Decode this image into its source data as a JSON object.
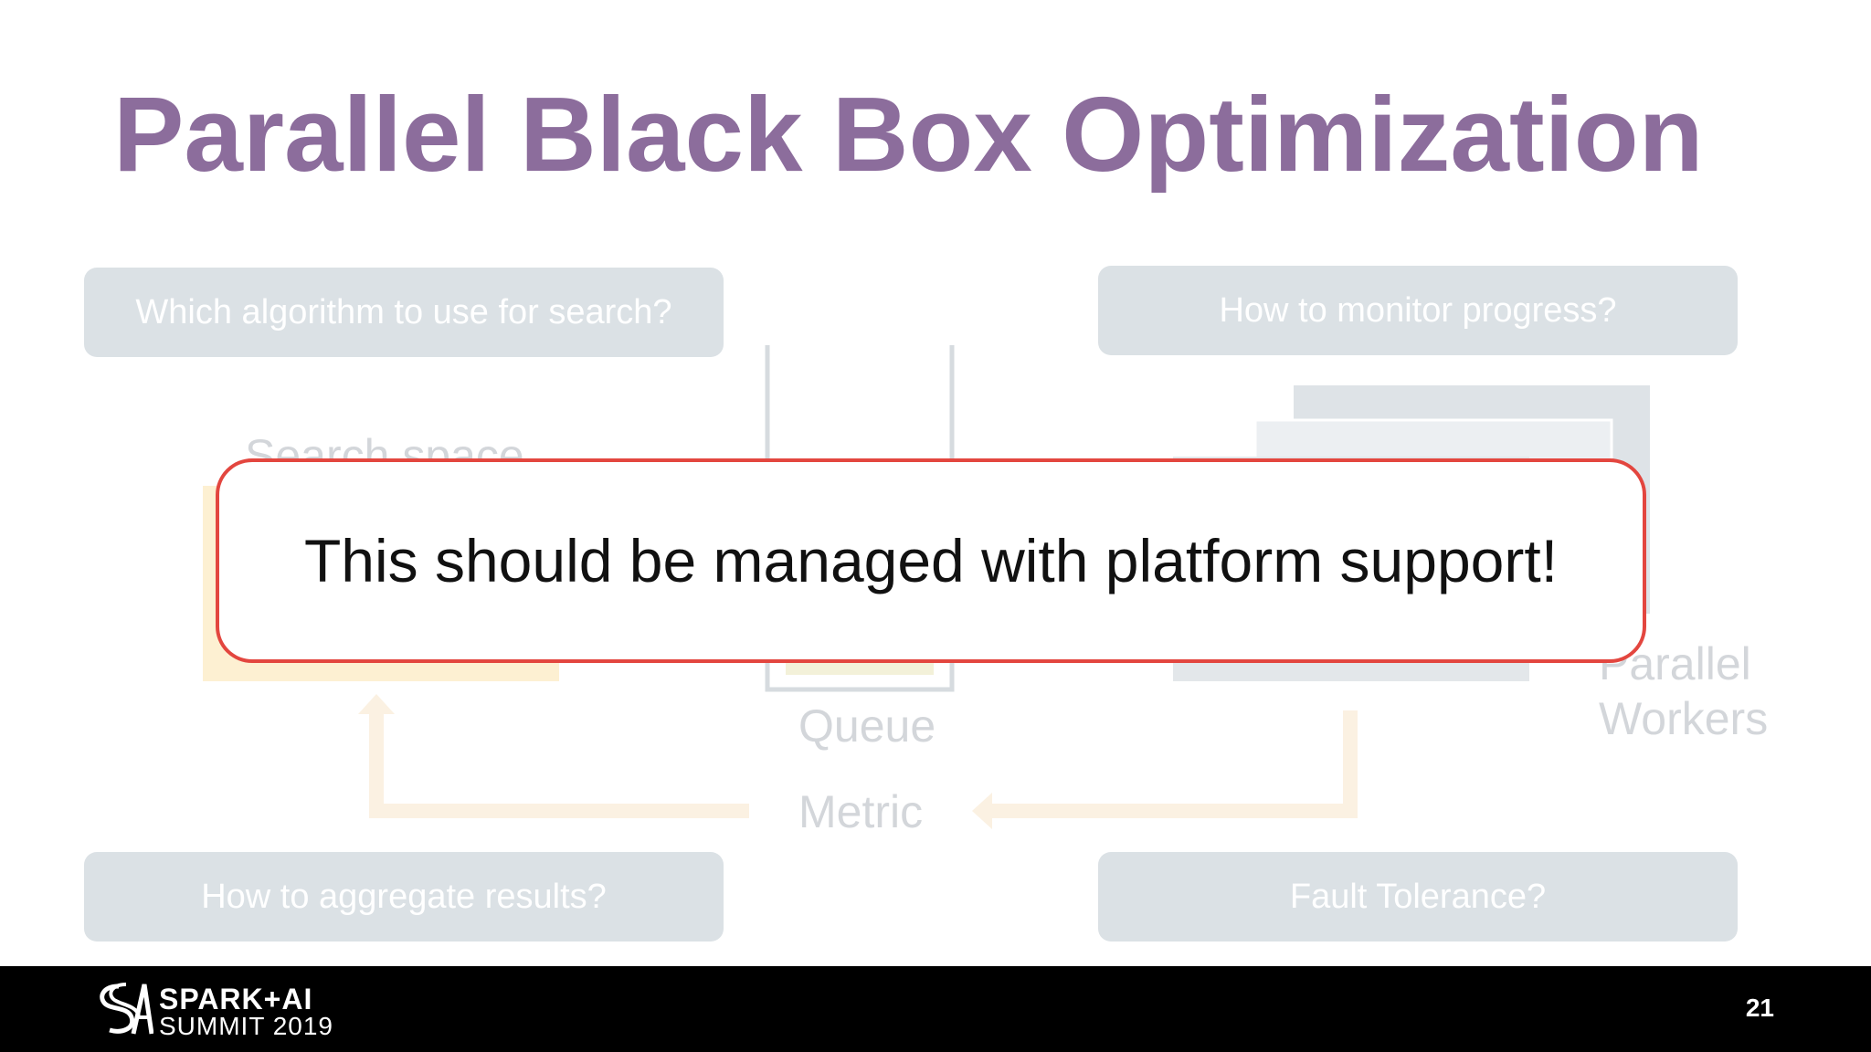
{
  "slide": {
    "title": "Parallel Black Box Optimization",
    "questions": {
      "top_left": "Which algorithm to use for search?",
      "top_right": "How to monitor progress?",
      "bottom_left": "How to aggregate results?",
      "bottom_right": "Fault Tolerance?"
    },
    "diagram_labels": {
      "search_space": "Search space",
      "queue": "Queue",
      "metric": "Metric",
      "parallel": "Parallel",
      "workers": "Workers"
    },
    "callout": "This should be managed with platform support!"
  },
  "footer": {
    "logo_line1": "SPARK+AI",
    "logo_line2": "SUMMIT 2019",
    "page_number": "21"
  },
  "colors": {
    "title": "#8c6d9c",
    "question_box": "#dbe1e5",
    "callout_border": "#e3463f",
    "footer_bg": "#000000"
  }
}
